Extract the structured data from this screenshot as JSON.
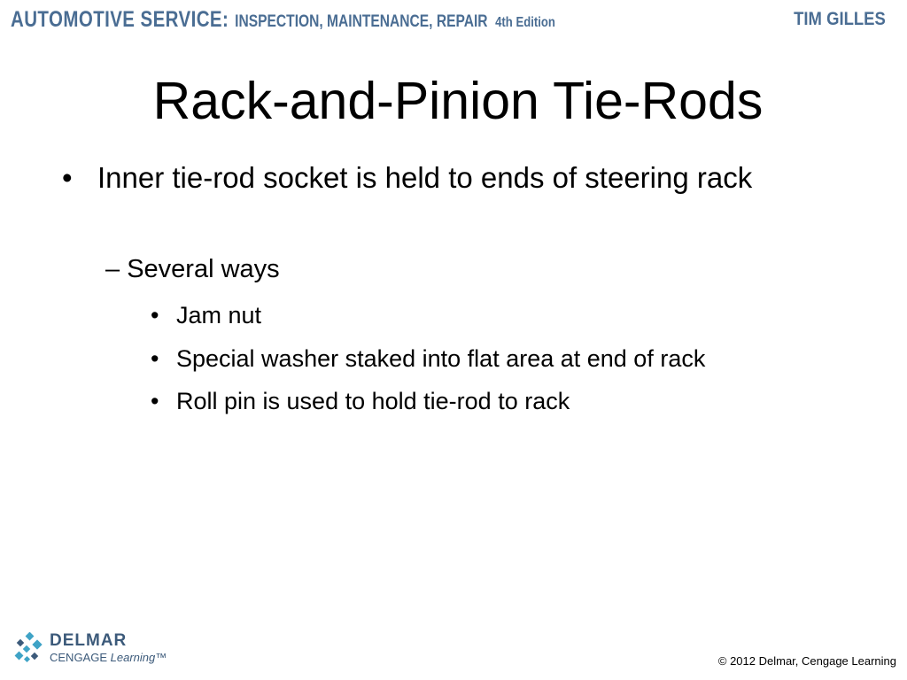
{
  "header": {
    "series": "AUTOMOTIVE SERVICE:",
    "subtitle": "INSPECTION, MAINTENANCE, REPAIR",
    "edition": "4th Edition",
    "author": "TIM GILLES"
  },
  "slide": {
    "title": "Rack-and-Pinion Tie-Rods",
    "bullets": [
      {
        "text": "Inner tie-rod socket is held to ends of steering rack",
        "children": [
          {
            "text": "Several ways",
            "children": [
              {
                "text": "Jam nut"
              },
              {
                "text": "Special washer staked into flat area at end of rack"
              },
              {
                "text": "Roll pin is used to hold tie-rod to rack"
              }
            ]
          }
        ]
      }
    ],
    "level1_marker": "•",
    "level2_marker": "–",
    "level3_marker": "•"
  },
  "footer": {
    "logo_name": "DELMAR",
    "logo_sub_1": "CENGAGE",
    "logo_sub_2": "Learning",
    "logo_tm": "™",
    "copyright": "© 2012 Delmar, Cengage Learning"
  },
  "colors": {
    "header_blue": "#4a6d93",
    "logo_blue": "#3c5a7a",
    "logo_teal": "#3fa3c6"
  }
}
